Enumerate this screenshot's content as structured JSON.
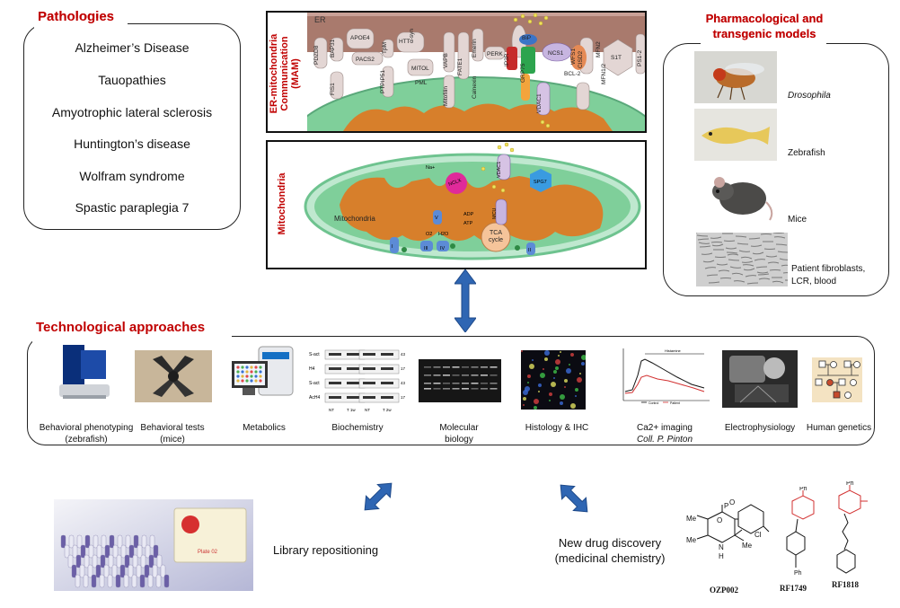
{
  "pathologies": {
    "heading": "Pathologies",
    "items": [
      "Alzheimer’s Disease",
      "Tauopathies",
      "Amyotrophic lateral sclerosis",
      "Huntington’s disease",
      "Wolfram syndrome",
      "Spastic paraplegia 7"
    ]
  },
  "models": {
    "heading_line1": "Pharmacological and",
    "heading_line2": "transgenic models",
    "items": [
      {
        "label": "Drosophila",
        "italic": true
      },
      {
        "label": "Zebrafish",
        "italic": false
      },
      {
        "label": "Mice",
        "italic": false
      },
      {
        "label_line1": "Patient fibroblasts,",
        "label_line2": "LCR, blood"
      }
    ]
  },
  "mam_panel": {
    "side_label_line1": "ER-mitochondria",
    "side_label_line2": "Communication",
    "side_label_line3": "(MAM)",
    "er_label": "ER",
    "proteins": [
      "PDZD8",
      "BAP31",
      "APOE4",
      "PACS2",
      "TpM",
      "HTT",
      "α-syn",
      "VAPB",
      "MITOL",
      "FATE1",
      "Emerin",
      "Calnexin",
      "PERK",
      "BiP",
      "IP3R",
      "GRP75",
      "VDAC1",
      "NCS1",
      "WFS1",
      "BCL-2",
      "CISD2",
      "MFN2",
      "MFN1/2",
      "S1T",
      "PS1-2",
      "FIS1",
      "PTPIP51",
      "Mitofilin",
      "PML"
    ]
  },
  "mito_panel": {
    "side_label": "Mitochondria",
    "mito_label": "Mitochondria",
    "labels": [
      "NCLX",
      "MCU",
      "VDAC1",
      "SPG7",
      "TCA cycle",
      "ADP",
      "ATP",
      "Na+",
      "I",
      "II",
      "III",
      "IV",
      "V",
      "H2O",
      "O2"
    ]
  },
  "tech": {
    "heading": "Technological approaches",
    "items": [
      {
        "line1": "Behavioral phenotyping",
        "line2": "(zebrafish)"
      },
      {
        "line1": "Behavioral tests",
        "line2": "(mice)"
      },
      {
        "line1": "Metabolics",
        "line2": ""
      },
      {
        "line1": "Biochemistry",
        "line2": ""
      },
      {
        "line1": "Molecular",
        "line2": "biology"
      },
      {
        "line1": "Histology & IHC",
        "line2": ""
      },
      {
        "line1": "Ca2+ imaging",
        "line2": "Coll. P. Pinton"
      },
      {
        "line1": "Electrophysiology",
        "line2": ""
      },
      {
        "line1": "Human genetics",
        "line2": ""
      }
    ],
    "blot_labels": [
      "S-act",
      "H4",
      "S-act",
      "AcH4"
    ],
    "blot_sizes": [
      "43 KDa",
      "17 KDa",
      "43 KDa",
      "17 KDa"
    ],
    "blot_lanes": [
      "NT",
      "T 1w",
      "NT",
      "T 2w"
    ],
    "ca_title": "Histamine",
    "ca_legend": [
      "Control",
      "Patient"
    ]
  },
  "bottom": {
    "library": "Library repositioning",
    "drug_line1": "New drug discovery",
    "drug_line2": "(medicinal chemistry)",
    "compounds": [
      "OZP002",
      "RF1749",
      "RF1818"
    ],
    "plate_label": "Plate 02"
  },
  "colors": {
    "accent_red": "#c00000",
    "arrow_blue": "#2f66b3",
    "mito_green": "#7fcf9a",
    "mito_orange": "#d77f2b",
    "er_brown": "#a97a6d"
  }
}
